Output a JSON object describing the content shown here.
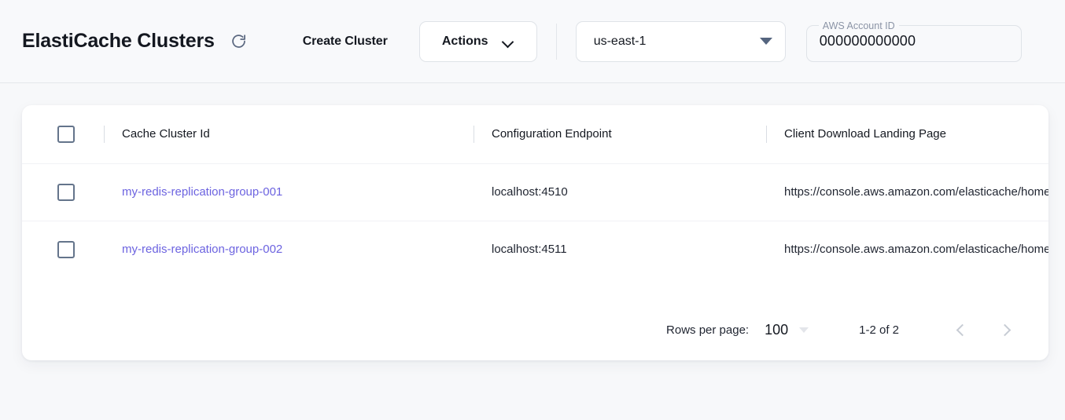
{
  "header": {
    "title": "ElastiCache Clusters",
    "refresh_icon": "refresh-icon",
    "create_cluster_label": "Create Cluster",
    "actions_label": "Actions",
    "actions_caret_icon": "chevron-down-icon",
    "region": {
      "value": "us-east-1",
      "caret_icon": "caret-down-icon"
    },
    "account": {
      "label": "AWS Account ID",
      "value": "000000000000"
    }
  },
  "table": {
    "columns": [
      {
        "key": "cache_cluster_id",
        "label": "Cache Cluster Id"
      },
      {
        "key": "configuration_endpoint",
        "label": "Configuration Endpoint"
      },
      {
        "key": "client_download_landing_page",
        "label": "Client Download Landing Page"
      }
    ],
    "rows": [
      {
        "cache_cluster_id": "my-redis-replication-group-001",
        "configuration_endpoint": "localhost:4510",
        "client_download_landing_page": "https://console.aws.amazon.com/elasticache/home"
      },
      {
        "cache_cluster_id": "my-redis-replication-group-002",
        "configuration_endpoint": "localhost:4511",
        "client_download_landing_page": "https://console.aws.amazon.com/elasticache/home"
      }
    ]
  },
  "pagination": {
    "rows_per_page_label": "Rows per page:",
    "rows_per_page_value": "100",
    "range_label": "1-2 of 2",
    "prev_icon": "chevron-left-icon",
    "next_icon": "chevron-right-icon"
  },
  "colors": {
    "link": "#6c63e0",
    "page_bg": "#f7f8fa",
    "card_bg": "#ffffff"
  }
}
